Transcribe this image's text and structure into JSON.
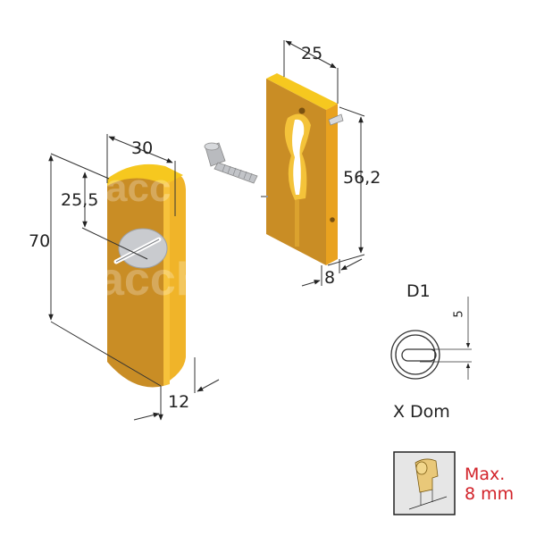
{
  "diagram": {
    "title": "Cylinder guard escutcheon (defender) with counterplate",
    "colors": {
      "brass_front": "#c98d25",
      "brass_side": "#f0b429",
      "brass_top": "#f6c81f",
      "brass_dark": "#b5781c",
      "steel": "#c9cbcf",
      "dimension_line": "#333333",
      "red_text": "#d2232a",
      "icon_bg": "#e6e6e6"
    },
    "front_part": {
      "name": "escutcheon",
      "dimensions": {
        "width": "30",
        "height": "70",
        "hole_offset": "25,5",
        "depth": "12"
      }
    },
    "back_part": {
      "name": "counterplate",
      "dimensions": {
        "width": "25",
        "height": "56,2",
        "depth": "8"
      }
    },
    "screw": {
      "name": "fixing-screw"
    },
    "profile": {
      "code": "D1",
      "slot_dimension": "5",
      "caption": "X Dom"
    },
    "projection_icon": {
      "line1": "Max.",
      "line2": "8 mm"
    }
  }
}
